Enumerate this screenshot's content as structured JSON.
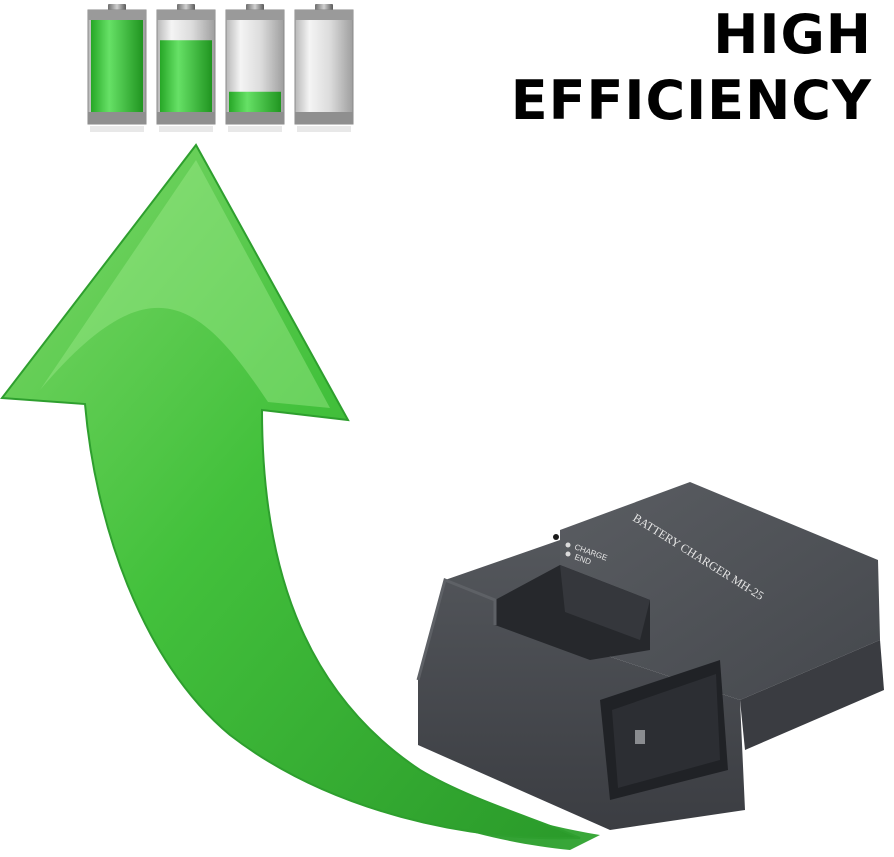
{
  "headline": {
    "line1": "HIGH",
    "line2": "EFFICIENCY"
  },
  "batteries": [
    {
      "name": "battery-full",
      "level": 1.0
    },
    {
      "name": "battery-high",
      "level": 0.78
    },
    {
      "name": "battery-low",
      "level": 0.22
    },
    {
      "name": "battery-empty",
      "level": 0.0
    }
  ],
  "charger": {
    "model_label": "BATTERY CHARGER MH-25",
    "led_charge_label": "CHARGE",
    "led_end_label": "END"
  },
  "colors": {
    "battery_green": "#2ecc2e",
    "arrow_green_light": "#8ee07a",
    "arrow_green": "#3fbf3a",
    "arrow_green_dark": "#1f8f22",
    "charger_body": "#4a4d52"
  }
}
